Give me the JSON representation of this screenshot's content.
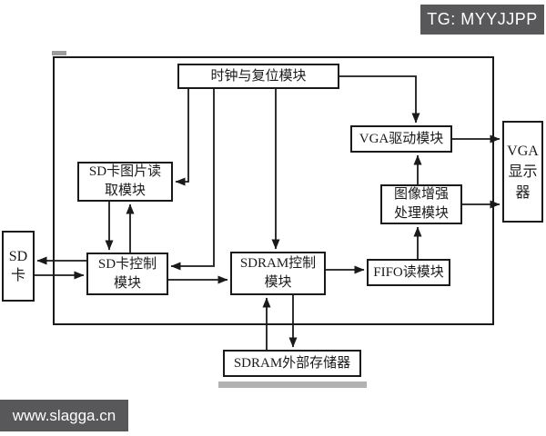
{
  "watermarks": {
    "top_right": "TG: MYYJJPP",
    "bottom_left": "www.slagga.cn"
  },
  "colors": {
    "watermark_bg": "#58585a",
    "line": "#1a1a1a",
    "block_border": "#1a1a1a",
    "shadow": "#b2b2b2"
  },
  "diagram": {
    "blocks": {
      "clock_reset": "时钟与复位模块",
      "sd_reader": "SD卡图片读\n取模块",
      "sd_card": "SD\n卡",
      "sd_controller": "SD卡控制\n模块",
      "sdram_controller": "SDRAM控制\n模块",
      "fifo_reader": "FIFO读模块",
      "image_enhance": "图像增强\n处理模块",
      "vga_driver": "VGA驱动模块",
      "vga_display": "VGA\n显示\n器",
      "sdram_memory": "SDRAM外部存储器"
    }
  }
}
